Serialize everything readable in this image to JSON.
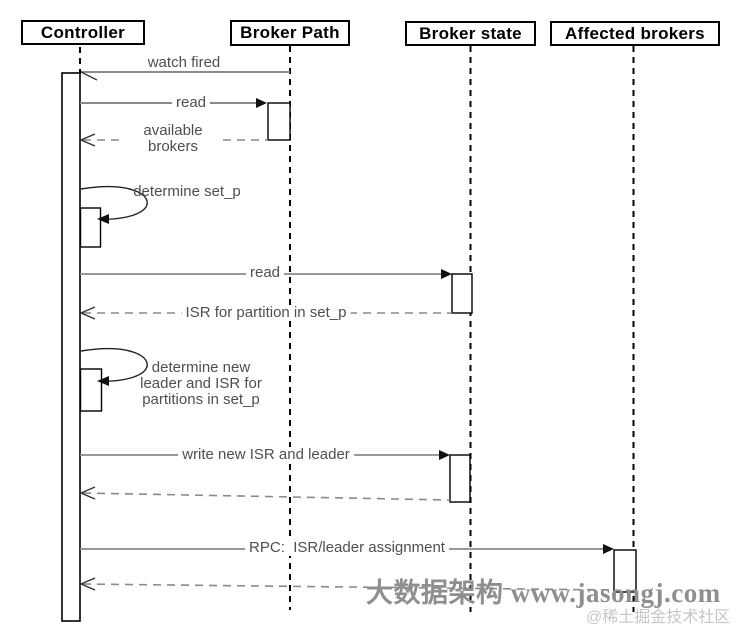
{
  "diagram": {
    "type": "uml-sequence",
    "actors": [
      {
        "id": "controller",
        "label": "Controller"
      },
      {
        "id": "broker-path",
        "label": "Broker Path"
      },
      {
        "id": "broker-state",
        "label": "Broker state"
      },
      {
        "id": "affected-brokers",
        "label": "Affected brokers"
      }
    ],
    "messages": [
      {
        "from": "Broker Path",
        "to": "Controller",
        "label": "watch fired",
        "style": "solid-open"
      },
      {
        "from": "Controller",
        "to": "Broker Path",
        "label": "read",
        "style": "solid-filled"
      },
      {
        "from": "Broker Path",
        "to": "Controller",
        "label": "available brokers",
        "style": "dashed-return"
      },
      {
        "from": "Controller",
        "to": "Controller",
        "label": "determine set_p",
        "style": "self-loop"
      },
      {
        "from": "Controller",
        "to": "Broker state",
        "label": "read",
        "style": "solid-filled"
      },
      {
        "from": "Broker state",
        "to": "Controller",
        "label": "ISR for partition in set_p",
        "style": "dashed-return"
      },
      {
        "from": "Controller",
        "to": "Controller",
        "label": "determine new leader and ISR for partitions in set_p",
        "style": "self-loop"
      },
      {
        "from": "Controller",
        "to": "Broker state",
        "label": "write new ISR and leader",
        "style": "solid-filled"
      },
      {
        "from": "Broker state",
        "to": "Controller",
        "label": "",
        "style": "dashed-return"
      },
      {
        "from": "Controller",
        "to": "Affected brokers",
        "label": "RPC:  ISR/leader assignment",
        "style": "solid-filled"
      },
      {
        "from": "Affected brokers",
        "to": "Controller",
        "label": "",
        "style": "dashed-return"
      }
    ]
  },
  "watermark": {
    "text": "大数据架构 www.jasongj.com",
    "community": "@稀土掘金技术社区"
  },
  "colors": {
    "background": "#ffffff",
    "message_line": "#8a8a8a",
    "lifeline": "#000000",
    "label_text": "#4f4f4f",
    "arrowhead": "#111111",
    "watermark": "#8f8f8f",
    "watermark_light": "#c6c6c6"
  }
}
